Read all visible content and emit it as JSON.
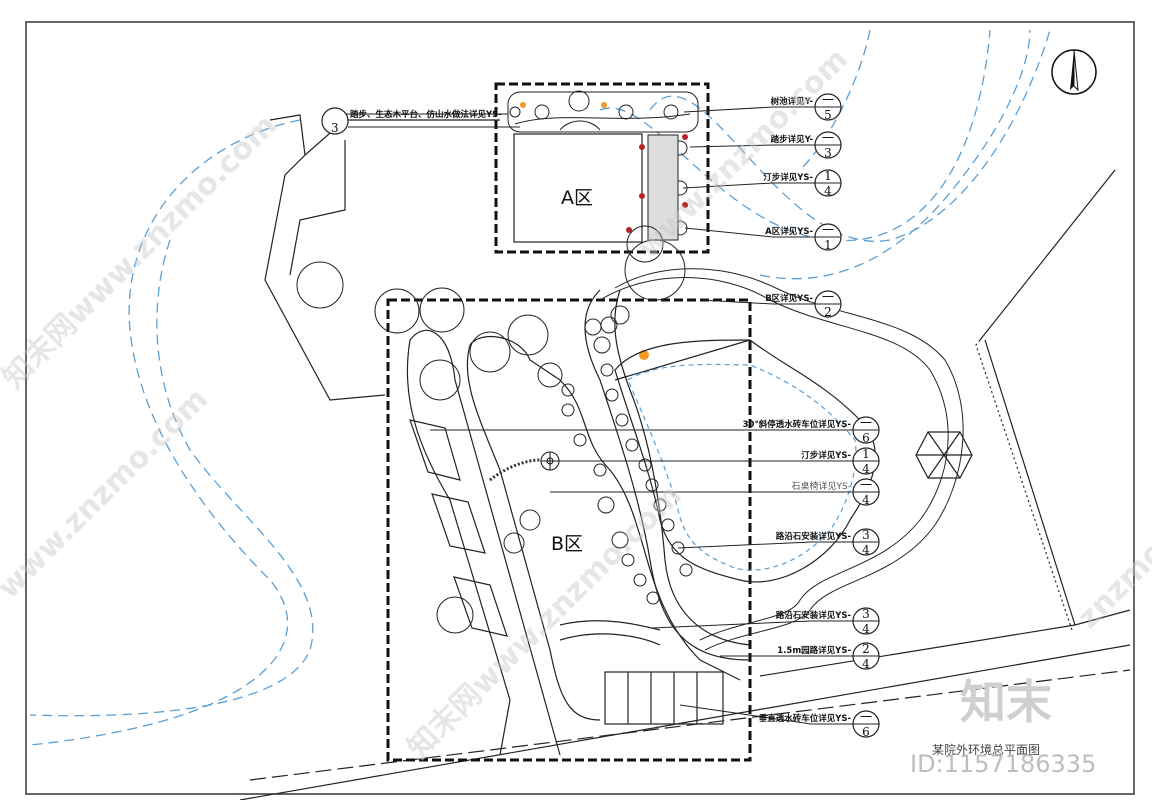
{
  "zones": {
    "a": "A区",
    "b": "B区"
  },
  "callouts_right": [
    {
      "text": "树池详见Y-",
      "top": "一",
      "bot": "5"
    },
    {
      "text": "踏步详见Y-",
      "top": "一",
      "bot": "3"
    },
    {
      "text": "汀步详见YS-",
      "top": "1",
      "bot": "4"
    },
    {
      "text": "A区详见YS-",
      "top": "一",
      "bot": "1"
    },
    {
      "text": "B区详见YS-",
      "top": "一",
      "bot": "2"
    },
    {
      "text": "30°斜停透水砖车位详见YS-",
      "top": "一",
      "bot": "6"
    },
    {
      "text": "汀步详见YS-",
      "top": "1",
      "bot": "4"
    },
    {
      "text": "石桌椅详见YS-",
      "top": "一",
      "bot": "4"
    },
    {
      "text": "路沿石安装详见YS-",
      "top": "3",
      "bot": "4"
    },
    {
      "text": "路沿石安装详见YS-",
      "top": "3",
      "bot": "4"
    },
    {
      "text": "1.5m园路详见YS-",
      "top": "2",
      "bot": "4"
    },
    {
      "text": "垂直透水砖车位详见YS-",
      "top": "一",
      "bot": "6"
    }
  ],
  "callout_left": {
    "text": "踏步、生态木平台、仿山水做法详见YS-",
    "num": "3"
  },
  "drawing_title": "某院外环境总平面图",
  "watermarks": [
    "知末网www.znzmo.com",
    "www.znzmo.com",
    "知末网www.znzmo.com",
    "www.znzmo.com",
    "znzmo.com"
  ],
  "brand": "知末",
  "id_text": "ID:1157186335"
}
